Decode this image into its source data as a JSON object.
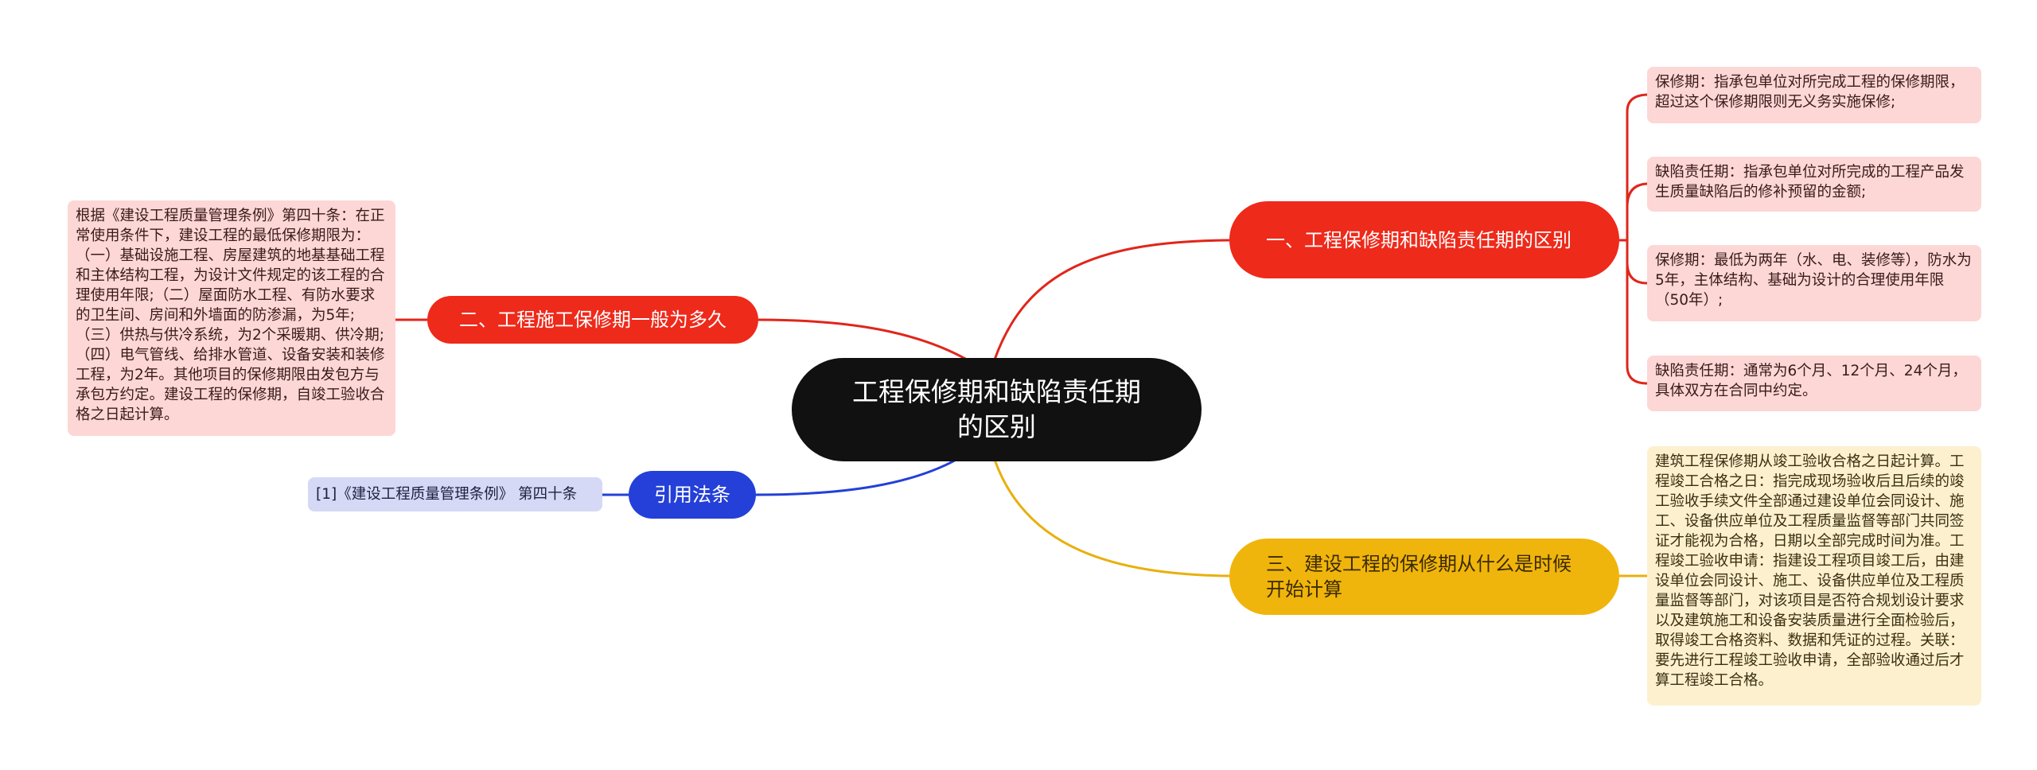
{
  "root": {
    "label": "工程保修期和缺陷责任期的区别"
  },
  "branches": [
    {
      "label": "一、工程保修期和缺陷责任期的区别",
      "color": "#ee2a1b",
      "children": [
        "保修期：指承包单位对所完成工程的保修期限，超过这个保修期限则无义务实施保修;",
        "缺陷责任期：指承包单位对所完成的工程产品发生质量缺陷后的修补预留的金额;",
        "保修期：最低为两年（水、电、装修等），防水为5年，主体结构、基础为设计的合理使用年限（50年）;",
        "缺陷责任期：通常为6个月、12个月、24个月，具体双方在合同中约定。"
      ]
    },
    {
      "label": "二、工程施工保修期一般为多久",
      "color": "#ee2a1b",
      "children": [
        "根据《建设工程质量管理条例》第四十条：在正常使用条件下，建设工程的最低保修期限为：（一）基础设施工程、房屋建筑的地基基础工程和主体结构工程，为设计文件规定的该工程的合理使用年限;（二）屋面防水工程、有防水要求的卫生间、房间和外墙面的防渗漏，为5年;（三）供热与供冷系统，为2个采暖期、供冷期;（四）电气管线、给排水管道、设备安装和装修工程，为2年。其他项目的保修期限由发包方与承包方约定。建设工程的保修期，自竣工验收合格之日起计算。"
      ]
    },
    {
      "label": "三、建设工程的保修期从什么是时候开始计算",
      "color": "#f0b50c",
      "children": [
        "建筑工程保修期从竣工验收合格之日起计算。工程竣工合格之日：指完成现场验收后且后续的竣工验收手续文件全部通过建设单位会同设计、施工、设备供应单位及工程质量监督等部门共同签证才能视为合格，日期以全部完成时间为准。工程竣工验收申请：指建设工程项目竣工后，由建设单位会同设计、施工、设备供应单位及工程质量监督等部门，对该项目是否符合规划设计要求以及建筑施工和设备安装质量进行全面检验后，取得竣工合格资料、数据和凭证的过程。关联：要先进行工程竣工验收申请，全部验收通过后才算工程竣工合格。"
      ]
    },
    {
      "label": "引用法条",
      "color": "#2440d8",
      "children": [
        "[1]《建设工程质量管理条例》 第四十条"
      ]
    }
  ]
}
